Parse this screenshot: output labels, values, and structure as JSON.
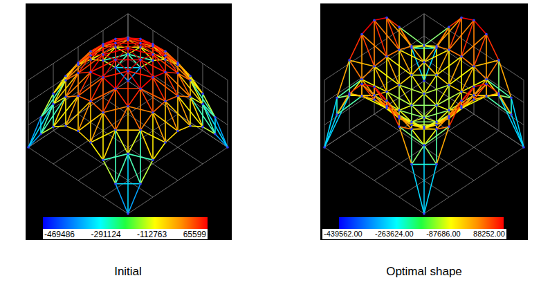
{
  "diagram": {
    "labels": [
      "-469486",
      "-291124",
      "-112763",
      "65599",
      "-439562.00",
      "-263624.00",
      "-87686.00",
      "88252.00",
      "Initial",
      "Optimal shape"
    ]
  }
}
